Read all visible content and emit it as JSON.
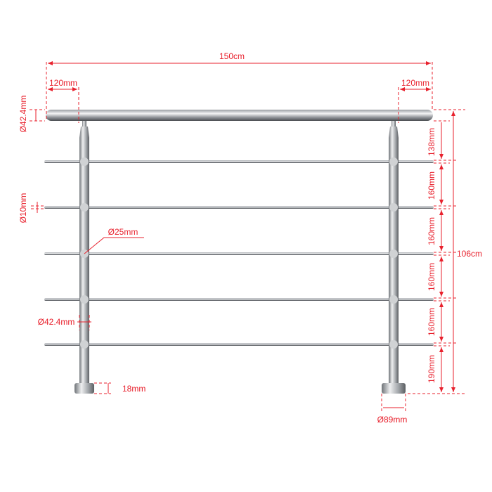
{
  "labels": {
    "total_width": "150cm",
    "left_overhang": "120mm",
    "right_overhang": "120mm",
    "handrail_diameter": "Ø42.4mm",
    "rod_diameter": "Ø10mm",
    "connector_diameter": "Ø25mm",
    "post_diameter": "Ø42.4mm",
    "base_gap": "18mm",
    "base_diameter": "Ø89mm",
    "top_spacing": "138mm",
    "spacing_1": "160mm",
    "spacing_2": "160mm",
    "spacing_3": "160mm",
    "spacing_4": "160mm",
    "bottom_spacing": "190mm",
    "total_height": "106cm"
  },
  "colors": {
    "dimension": "#e8212d",
    "steel": "#b8bcc0"
  }
}
